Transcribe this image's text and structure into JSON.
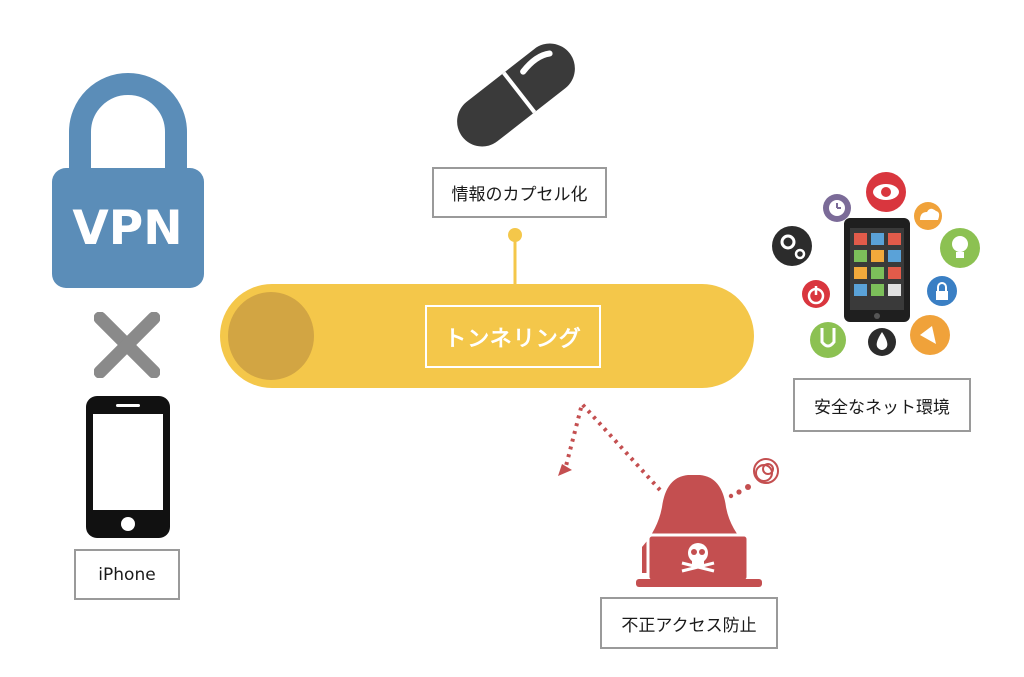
{
  "lock": {
    "text": "VPN",
    "color": "#5b8db8"
  },
  "cross": {
    "symbol": "×",
    "color": "#8a8a8a"
  },
  "labels": {
    "iphone": "iPhone",
    "capsule": "情報のカプセル化",
    "tunnel": "トンネリング",
    "secure": "安全なネット環境",
    "prevent": "不正アクセス防止"
  },
  "colors": {
    "tunnel": "#f4c74a",
    "tunnel_mouth": "#d2a543",
    "hacker": "#c44f50",
    "capsule": "#3a3a3a",
    "border": "#9a9a9a"
  },
  "icons": {
    "lock": "lock-icon",
    "phone": "smartphone-icon",
    "capsule": "capsule-icon",
    "hacker": "hacker-icon",
    "devices": "tablet-apps-icon"
  }
}
